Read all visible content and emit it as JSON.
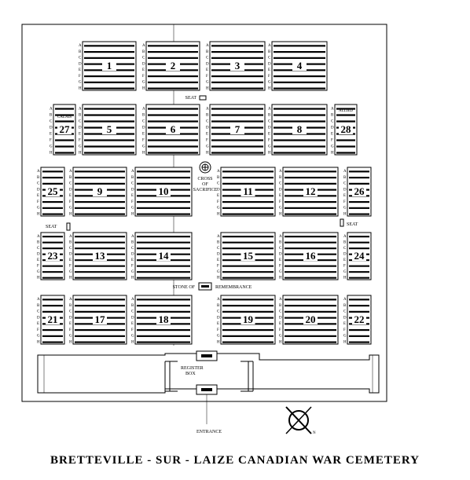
{
  "title": "BRETTEVILLE - SUR - LAIZE CANADIAN WAR CEMETERY",
  "plots": [
    "1",
    "2",
    "3",
    "4",
    "5",
    "6",
    "7",
    "8",
    "9",
    "10",
    "11",
    "12",
    "13",
    "14",
    "15",
    "16",
    "17",
    "18",
    "19",
    "20",
    "21",
    "22",
    "23",
    "24",
    "25",
    "26",
    "27",
    "28"
  ],
  "row_letters": [
    "A",
    "B",
    "C",
    "D",
    "E",
    "F",
    "G",
    "H"
  ],
  "labels": {
    "cross_of_sacrifice": "CROSS OF SACRIFICE",
    "stone_of_remembrance": "STONE OF REMEMBRANCE",
    "stone_label_left": "STONE OF",
    "stone_label_right": "REMEMBRANCE",
    "register_box": "REGISTER BOX",
    "register": "REGISTER",
    "box": "BOX",
    "entrance": "ENTRANCE",
    "seat": "SEAT",
    "seat_left": "SEAT",
    "seat_right": "SEAT",
    "seat_top": "SEAT",
    "plot27_tag": "CALAIS",
    "plot28_tag": "ALLIED"
  },
  "north_symbol": "north-arrow-icon"
}
